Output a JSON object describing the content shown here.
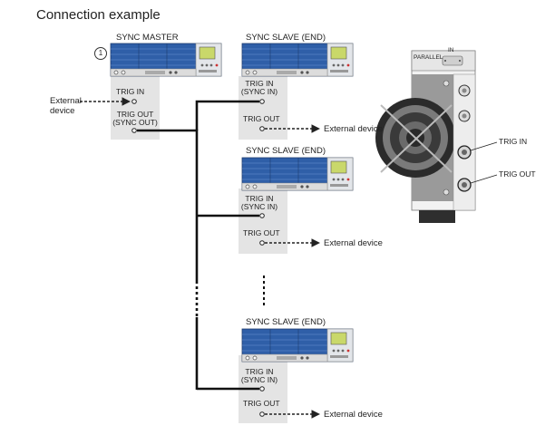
{
  "title": "Connection example",
  "badge": "1",
  "master": {
    "header": "SYNC MASTER",
    "trig_in": "TRIG IN",
    "trig_out_1": "TRIG OUT",
    "trig_out_2": "(SYNC OUT)",
    "external_1": "External",
    "external_2": "device"
  },
  "slaves": [
    {
      "header": "SYNC SLAVE (END)",
      "trig_in_1": "TRIG IN",
      "trig_in_2": "(SYNC IN)",
      "trig_out": "TRIG OUT",
      "external": "External device"
    },
    {
      "header": "SYNC SLAVE (END)",
      "trig_in_1": "TRIG IN",
      "trig_in_2": "(SYNC IN)",
      "trig_out": "TRIG OUT",
      "external": "External device"
    },
    {
      "header": "SYNC SLAVE (END)",
      "trig_in_1": "TRIG IN",
      "trig_in_2": "(SYNC IN)",
      "trig_out": "TRIG OUT",
      "external": "External device"
    }
  ],
  "rear": {
    "top_label": "PARALLEL",
    "in_label": "IN",
    "trig_in": "TRIG IN",
    "trig_out": "TRIG OUT"
  },
  "colors": {
    "device_blue": "#2f5fa8",
    "panel_gray": "#e4e4e4",
    "screen_green": "#c9d86a"
  }
}
